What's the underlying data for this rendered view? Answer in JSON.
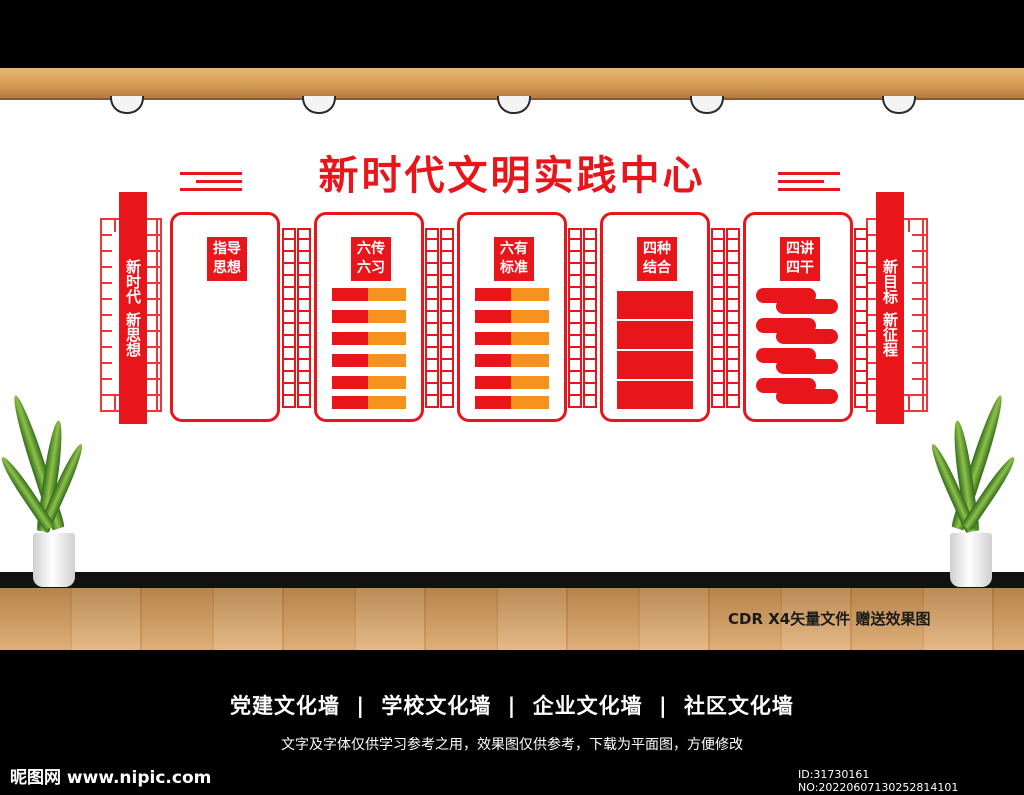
{
  "title": "新时代文明实践中心",
  "left_banner": [
    "新时代",
    "新思想"
  ],
  "right_banner": [
    "新目标",
    "新征程"
  ],
  "panels": [
    {
      "label": "指导思想"
    },
    {
      "label": "六传六习"
    },
    {
      "label": "六有标准"
    },
    {
      "label": "四种结合"
    },
    {
      "label": "四讲四干"
    }
  ],
  "cdr_note": "CDR X4矢量文件  赠送效果图",
  "categories": [
    "党建文化墙",
    "|",
    "学校文化墙",
    "|",
    "企业文化墙",
    "|",
    "社区文化墙"
  ],
  "disclaimer": "文字及字体仅供学习参考之用，效果图仅供参考，下载为平面图，方便修改",
  "logo": "昵图网 www.nipic.com",
  "image_id": "ID:31730161 NO:20220607130252814101",
  "colors": {
    "accent_red": "#e8151b",
    "accent_orange": "#f6921e",
    "wood": "#d8a46a"
  }
}
